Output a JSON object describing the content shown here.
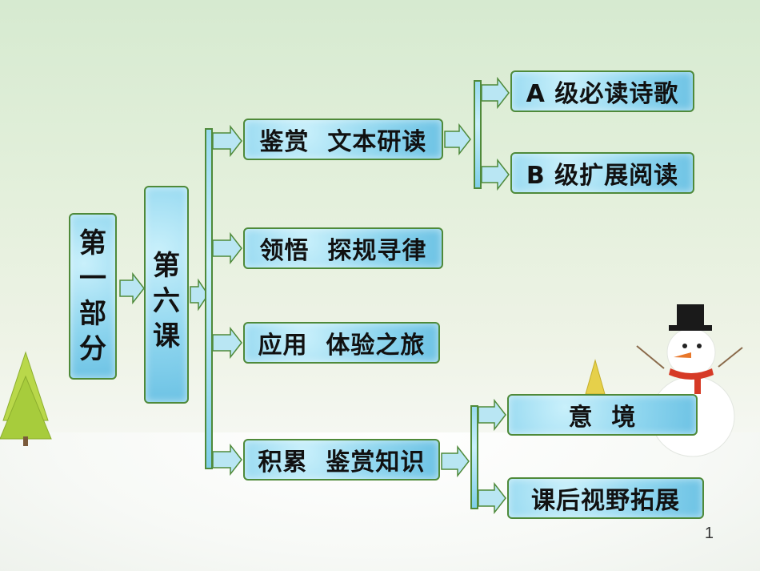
{
  "diagram": {
    "root_chars": [
      "第",
      "一",
      "部",
      "分"
    ],
    "lesson_chars": [
      "第",
      "六",
      "课"
    ],
    "sections": [
      {
        "label": "鉴赏  文本研读"
      },
      {
        "label": "领悟  探规寻律"
      },
      {
        "label": "应用  体验之旅"
      },
      {
        "label": "积累  鉴赏知识"
      }
    ],
    "reading_sub": [
      {
        "label": "A 级必读诗歌"
      },
      {
        "label": "B 级扩展阅读"
      }
    ],
    "knowledge_sub": [
      {
        "label": "意  境"
      },
      {
        "label": "课后视野拓展"
      }
    ]
  },
  "page_number": "1",
  "colors": {
    "box_fill": "#8fd6ef",
    "box_border": "#4f8a3a",
    "arrow_fill": "#b9e6f3",
    "arrow_stroke": "#4f8a3a"
  },
  "decorations": [
    "tree-icon",
    "snowman-icon"
  ]
}
